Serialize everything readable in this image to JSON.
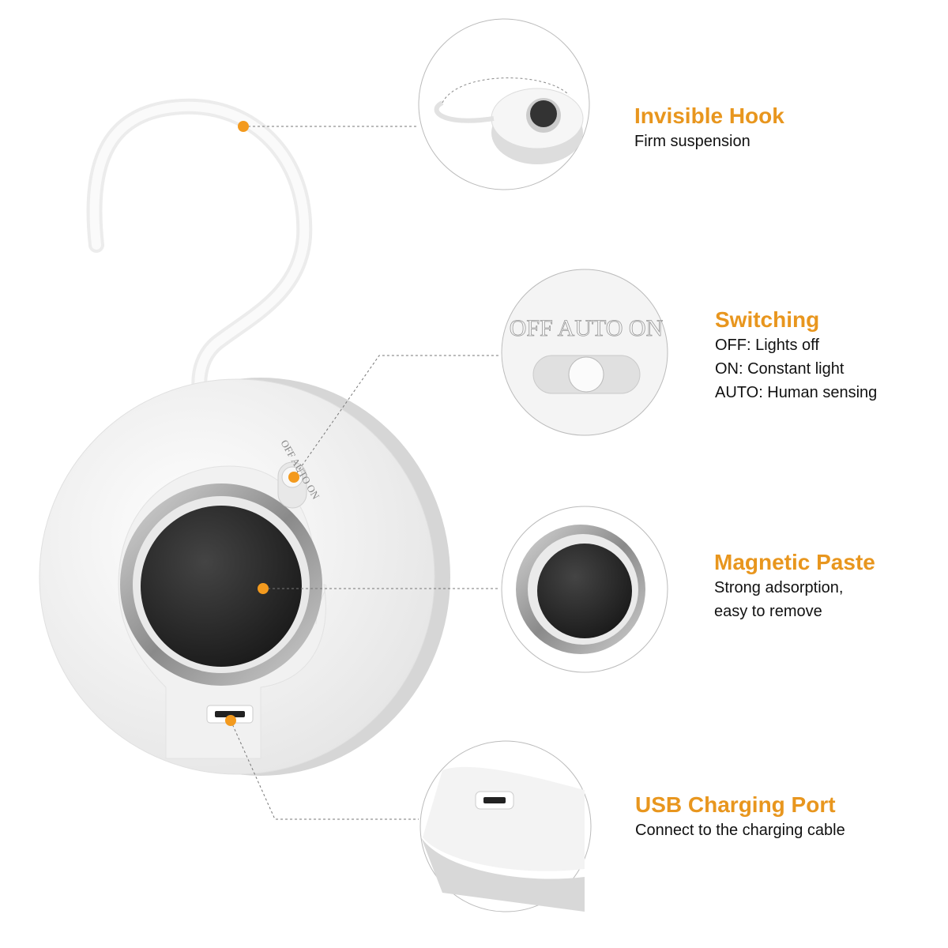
{
  "accent_color": "#e8961e",
  "device": {
    "switch_engraving": "OFF AUTO ON"
  },
  "features": [
    {
      "title": "Invisible Hook",
      "lines": [
        "Firm suspension"
      ],
      "icon": "hook-detail"
    },
    {
      "title": "Switching",
      "lines": [
        "OFF: Lights off",
        "ON: Constant light",
        "AUTO: Human sensing"
      ],
      "icon": "switch-detail"
    },
    {
      "title": "Magnetic Paste",
      "lines": [
        "Strong adsorption,",
        "easy to remove"
      ],
      "icon": "magnet-detail"
    },
    {
      "title": "USB Charging Port",
      "lines": [
        "Connect to the charging cable"
      ],
      "icon": "usb-port-detail"
    }
  ]
}
